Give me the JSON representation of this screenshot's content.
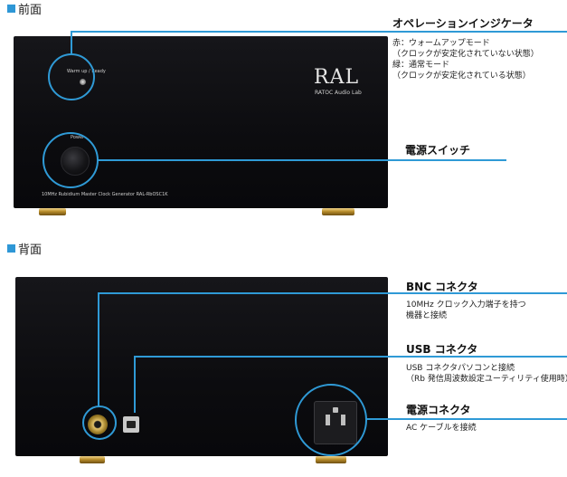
{
  "front": {
    "section_title": "前面",
    "indicator_text": "Warm up / Ready",
    "power_text": "Power",
    "model_text": "10MHz Rubidium Master Clock Generator  RAL-RbOSC1K",
    "logo_text": "RAL",
    "logo_sub": "RATOC Audio Lab",
    "callouts": {
      "indicator": {
        "label": "オペレーションインジケータ",
        "lines": [
          "赤：ウォームアップモード",
          "（クロックが安定化されていない状態）",
          "緑：通常モード",
          "（クロックが安定化されている状態）"
        ]
      },
      "power": {
        "label": "電源スイッチ"
      }
    }
  },
  "back": {
    "section_title": "背面",
    "callouts": {
      "bnc": {
        "label": "BNC コネクタ",
        "lines": [
          "10MHz クロック入力端子を持つ",
          "機器と接続"
        ]
      },
      "usb": {
        "label": "USB コネクタ",
        "lines": [
          "USB コネクタパソコンと接続",
          "（Rb 発信周波数設定ユーティリティ使用時）"
        ]
      },
      "power": {
        "label": "電源コネクタ",
        "lines": [
          "AC ケーブルを接続"
        ]
      }
    }
  },
  "colors": {
    "accent": "#2f9ad6",
    "device": "#0e0e12",
    "gold": "#c49a35"
  }
}
